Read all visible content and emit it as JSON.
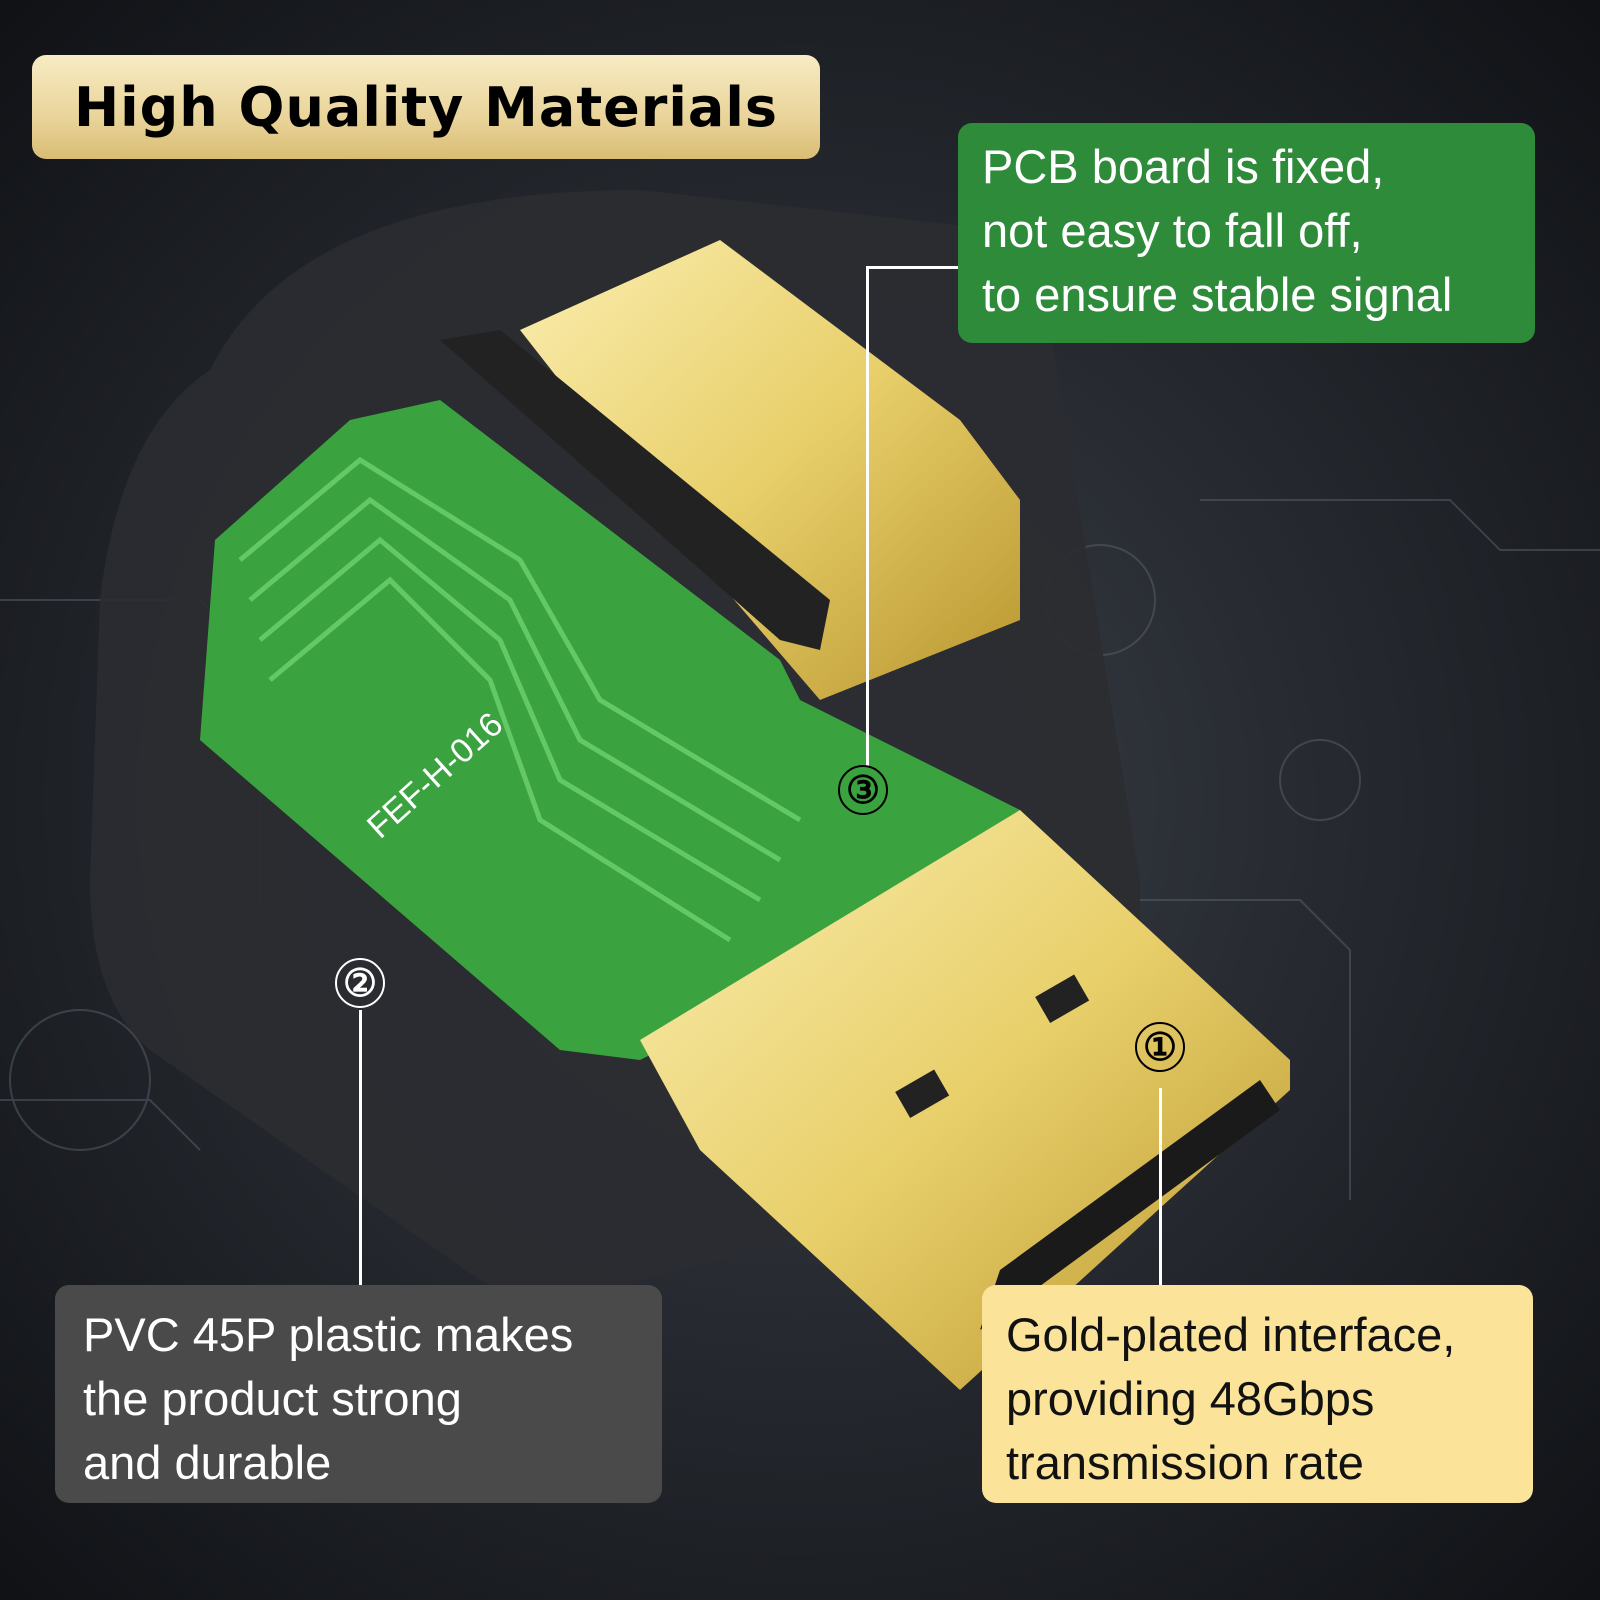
{
  "title": "High Quality Materials",
  "callouts": [
    {
      "number": "①",
      "lines": [
        "Gold-plated interface,",
        "providing 48Gbps",
        "transmission rate"
      ]
    },
    {
      "number": "②",
      "lines": [
        "PVC 45P plastic makes",
        "the product strong",
        "and durable"
      ]
    },
    {
      "number": "③",
      "lines": [
        "PCB board is fixed,",
        "not easy to fall off,",
        "to ensure stable signal"
      ]
    }
  ],
  "pcb_label": "FEF-H-016",
  "colors": {
    "green_box": "#2e8b3a",
    "gray_box": "#4a4a4a",
    "yellow_box": "#fbe39a",
    "gold": "#e8cf6a",
    "pcb": "#3aa33f"
  }
}
